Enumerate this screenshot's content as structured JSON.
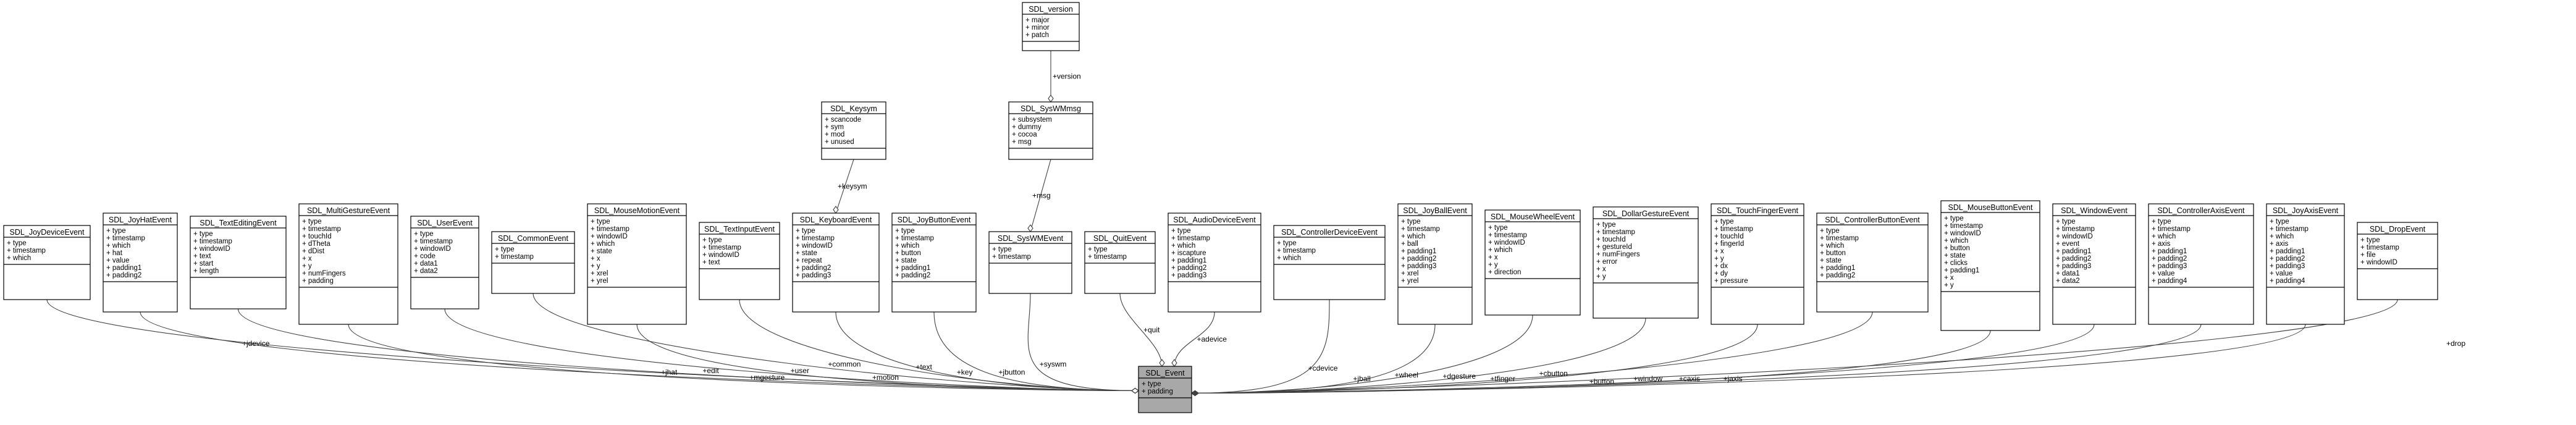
{
  "main_node": {
    "title": "SDL_Event",
    "attrs": [
      "+ type",
      "+ padding"
    ]
  },
  "nodes": [
    {
      "id": "SDL_version",
      "title": "SDL_version",
      "attrs": [
        "+ major",
        "+ minor",
        "+ patch"
      ]
    },
    {
      "id": "SDL_Keysym",
      "title": "SDL_Keysym",
      "attrs": [
        "+ scancode",
        "+ sym",
        "+ mod",
        "+ unused"
      ]
    },
    {
      "id": "SDL_SysWMmsg",
      "title": "SDL_SysWMmsg",
      "attrs": [
        "+ subsystem",
        "+ dummy",
        "+ cocoa",
        "+ msg"
      ]
    },
    {
      "id": "SDL_JoyDeviceEvent",
      "title": "SDL_JoyDeviceEvent",
      "attrs": [
        "+ type",
        "+ timestamp",
        "+ which"
      ]
    },
    {
      "id": "SDL_JoyHatEvent",
      "title": "SDL_JoyHatEvent",
      "attrs": [
        "+ type",
        "+ timestamp",
        "+ which",
        "+ hat",
        "+ value",
        "+ padding1",
        "+ padding2"
      ]
    },
    {
      "id": "SDL_TextEditingEvent",
      "title": "SDL_TextEditingEvent",
      "attrs": [
        "+ type",
        "+ timestamp",
        "+ windowID",
        "+ text",
        "+ start",
        "+ length"
      ]
    },
    {
      "id": "SDL_MultiGestureEvent",
      "title": "SDL_MultiGestureEvent",
      "attrs": [
        "+ type",
        "+ timestamp",
        "+ touchId",
        "+ dTheta",
        "+ dDist",
        "+ x",
        "+ y",
        "+ numFingers",
        "+ padding"
      ]
    },
    {
      "id": "SDL_UserEvent",
      "title": "SDL_UserEvent",
      "attrs": [
        "+ type",
        "+ timestamp",
        "+ windowID",
        "+ code",
        "+ data1",
        "+ data2"
      ]
    },
    {
      "id": "SDL_CommonEvent",
      "title": "SDL_CommonEvent",
      "attrs": [
        "+ type",
        "+ timestamp"
      ]
    },
    {
      "id": "SDL_MouseMotionEvent",
      "title": "SDL_MouseMotionEvent",
      "attrs": [
        "+ type",
        "+ timestamp",
        "+ windowID",
        "+ which",
        "+ state",
        "+ x",
        "+ y",
        "+ xrel",
        "+ yrel"
      ]
    },
    {
      "id": "SDL_TextInputEvent",
      "title": "SDL_TextInputEvent",
      "attrs": [
        "+ type",
        "+ timestamp",
        "+ windowID",
        "+ text"
      ]
    },
    {
      "id": "SDL_KeyboardEvent",
      "title": "SDL_KeyboardEvent",
      "attrs": [
        "+ type",
        "+ timestamp",
        "+ windowID",
        "+ state",
        "+ repeat",
        "+ padding2",
        "+ padding3"
      ]
    },
    {
      "id": "SDL_JoyButtonEvent",
      "title": "SDL_JoyButtonEvent",
      "attrs": [
        "+ type",
        "+ timestamp",
        "+ which",
        "+ button",
        "+ state",
        "+ padding1",
        "+ padding2"
      ]
    },
    {
      "id": "SDL_SysWMEvent",
      "title": "SDL_SysWMEvent",
      "attrs": [
        "+ type",
        "+ timestamp"
      ]
    },
    {
      "id": "SDL_QuitEvent",
      "title": "SDL_QuitEvent",
      "attrs": [
        "+ type",
        "+ timestamp"
      ]
    },
    {
      "id": "SDL_AudioDeviceEvent",
      "title": "SDL_AudioDeviceEvent",
      "attrs": [
        "+ type",
        "+ timestamp",
        "+ which",
        "+ iscapture",
        "+ padding1",
        "+ padding2",
        "+ padding3"
      ]
    },
    {
      "id": "SDL_ControllerDeviceEvent",
      "title": "SDL_ControllerDeviceEvent",
      "attrs": [
        "+ type",
        "+ timestamp",
        "+ which"
      ]
    },
    {
      "id": "SDL_JoyBallEvent",
      "title": "SDL_JoyBallEvent",
      "attrs": [
        "+ type",
        "+ timestamp",
        "+ which",
        "+ ball",
        "+ padding1",
        "+ padding2",
        "+ padding3",
        "+ xrel",
        "+ yrel"
      ]
    },
    {
      "id": "SDL_MouseWheelEvent",
      "title": "SDL_MouseWheelEvent",
      "attrs": [
        "+ type",
        "+ timestamp",
        "+ windowID",
        "+ which",
        "+ x",
        "+ y",
        "+ direction"
      ]
    },
    {
      "id": "SDL_DollarGestureEvent",
      "title": "SDL_DollarGestureEvent",
      "attrs": [
        "+ type",
        "+ timestamp",
        "+ touchId",
        "+ gestureId",
        "+ numFingers",
        "+ error",
        "+ x",
        "+ y"
      ]
    },
    {
      "id": "SDL_TouchFingerEvent",
      "title": "SDL_TouchFingerEvent",
      "attrs": [
        "+ type",
        "+ timestamp",
        "+ touchId",
        "+ fingerId",
        "+ x",
        "+ y",
        "+ dx",
        "+ dy",
        "+ pressure"
      ]
    },
    {
      "id": "SDL_ControllerButtonEvent",
      "title": "SDL_ControllerButtonEvent",
      "attrs": [
        "+ type",
        "+ timestamp",
        "+ which",
        "+ button",
        "+ state",
        "+ padding1",
        "+ padding2"
      ]
    },
    {
      "id": "SDL_MouseButtonEvent",
      "title": "SDL_MouseButtonEvent",
      "attrs": [
        "+ type",
        "+ timestamp",
        "+ windowID",
        "+ which",
        "+ button",
        "+ state",
        "+ clicks",
        "+ padding1",
        "+ x",
        "+ y"
      ]
    },
    {
      "id": "SDL_WindowEvent",
      "title": "SDL_WindowEvent",
      "attrs": [
        "+ type",
        "+ timestamp",
        "+ windowID",
        "+ event",
        "+ padding1",
        "+ padding2",
        "+ padding3",
        "+ data1",
        "+ data2"
      ]
    },
    {
      "id": "SDL_ControllerAxisEvent",
      "title": "SDL_ControllerAxisEvent",
      "attrs": [
        "+ type",
        "+ timestamp",
        "+ which",
        "+ axis",
        "+ padding1",
        "+ padding2",
        "+ padding3",
        "+ value",
        "+ padding4"
      ]
    },
    {
      "id": "SDL_JoyAxisEvent",
      "title": "SDL_JoyAxisEvent",
      "attrs": [
        "+ type",
        "+ timestamp",
        "+ which",
        "+ axis",
        "+ padding1",
        "+ padding2",
        "+ padding3",
        "+ value",
        "+ padding4"
      ]
    },
    {
      "id": "SDL_DropEvent",
      "title": "SDL_DropEvent",
      "attrs": [
        "+ type",
        "+ timestamp",
        "+ file",
        "+ windowID"
      ]
    }
  ],
  "edges": [
    {
      "from": "SDL_version",
      "to": "SDL_SysWMmsg",
      "label": "+version"
    },
    {
      "from": "SDL_Keysym",
      "to": "SDL_KeyboardEvent",
      "label": "+keysym"
    },
    {
      "from": "SDL_SysWMmsg",
      "to": "SDL_SysWMEvent",
      "label": "+msg"
    },
    {
      "from": "SDL_JoyDeviceEvent",
      "to": "SDL_Event",
      "label": "+jdevice"
    },
    {
      "from": "SDL_JoyHatEvent",
      "to": "SDL_Event",
      "label": "+jhat"
    },
    {
      "from": "SDL_TextEditingEvent",
      "to": "SDL_Event",
      "label": "+edit"
    },
    {
      "from": "SDL_MultiGestureEvent",
      "to": "SDL_Event",
      "label": "+mgesture"
    },
    {
      "from": "SDL_UserEvent",
      "to": "SDL_Event",
      "label": "+user"
    },
    {
      "from": "SDL_CommonEvent",
      "to": "SDL_Event",
      "label": "+common"
    },
    {
      "from": "SDL_MouseMotionEvent",
      "to": "SDL_Event",
      "label": "+motion"
    },
    {
      "from": "SDL_TextInputEvent",
      "to": "SDL_Event",
      "label": "+text"
    },
    {
      "from": "SDL_KeyboardEvent",
      "to": "SDL_Event",
      "label": "+key"
    },
    {
      "from": "SDL_JoyButtonEvent",
      "to": "SDL_Event",
      "label": "+jbutton"
    },
    {
      "from": "SDL_SysWMEvent",
      "to": "SDL_Event",
      "label": "+syswm"
    },
    {
      "from": "SDL_QuitEvent",
      "to": "SDL_Event",
      "label": "+quit"
    },
    {
      "from": "SDL_AudioDeviceEvent",
      "to": "SDL_Event",
      "label": "+adevice"
    },
    {
      "from": "SDL_ControllerDeviceEvent",
      "to": "SDL_Event",
      "label": "+cdevice"
    },
    {
      "from": "SDL_JoyBallEvent",
      "to": "SDL_Event",
      "label": "+jball"
    },
    {
      "from": "SDL_MouseWheelEvent",
      "to": "SDL_Event",
      "label": "+wheel"
    },
    {
      "from": "SDL_DollarGestureEvent",
      "to": "SDL_Event",
      "label": "+dgesture"
    },
    {
      "from": "SDL_TouchFingerEvent",
      "to": "SDL_Event",
      "label": "+tfinger"
    },
    {
      "from": "SDL_ControllerButtonEvent",
      "to": "SDL_Event",
      "label": "+cbutton"
    },
    {
      "from": "SDL_MouseButtonEvent",
      "to": "SDL_Event",
      "label": "+button"
    },
    {
      "from": "SDL_WindowEvent",
      "to": "SDL_Event",
      "label": "+window"
    },
    {
      "from": "SDL_ControllerAxisEvent",
      "to": "SDL_Event",
      "label": "+caxis"
    },
    {
      "from": "SDL_JoyAxisEvent",
      "to": "SDL_Event",
      "label": "+jaxis"
    },
    {
      "from": "SDL_DropEvent",
      "to": "SDL_Event",
      "label": "+drop"
    }
  ]
}
